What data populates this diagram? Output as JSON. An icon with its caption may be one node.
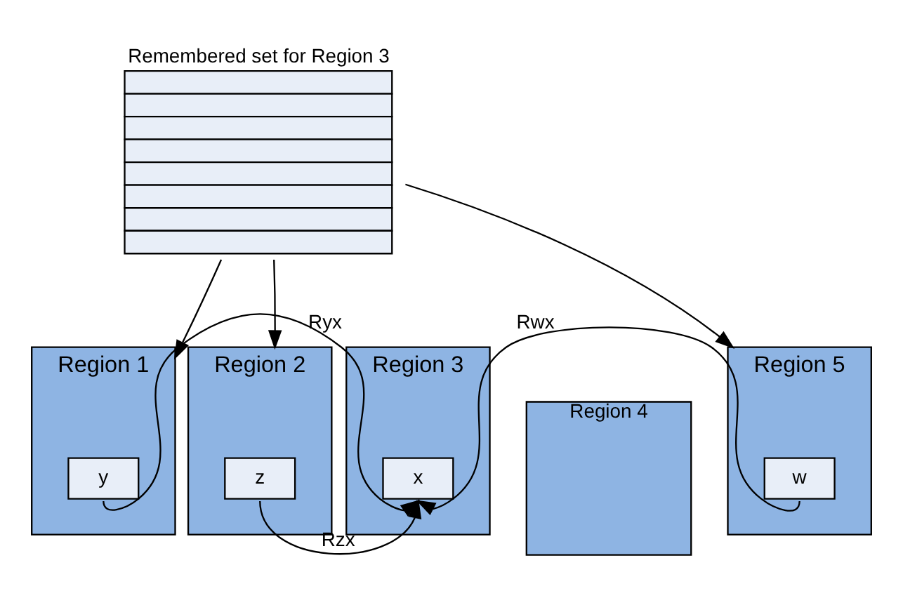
{
  "diagram": {
    "nodes": [
      {
        "text": [
          "Remembered set for Region 3"
        ]
      },
      {
        "text": [
          "Region 1"
        ]
      },
      {
        "text": [
          "Region 2"
        ]
      },
      {
        "text": [
          "Region 3"
        ]
      },
      {
        "text": [
          "Region 4"
        ]
      },
      {
        "text": [
          "Region 5"
        ]
      },
      {
        "text": [
          "y"
        ],
        "in": 1
      },
      {
        "text": [
          "z"
        ],
        "in": 2
      },
      {
        "text": [
          "x"
        ],
        "in": 3
      },
      {
        "text": [
          "w"
        ],
        "in": 5
      }
    ],
    "edges": [
      {
        "from": 0,
        "to": 1,
        "arrow": "to"
      },
      {
        "from": 0,
        "to": 2,
        "arrow": "to"
      },
      {
        "from": 0,
        "to": 5,
        "arrow": "to"
      },
      {
        "from": 7,
        "to": 8,
        "label": "Rzx",
        "arrow": "to"
      },
      {
        "from": 9,
        "to": 8,
        "label": "Rwx",
        "arrow": "to"
      },
      {
        "from": 6,
        "to": 8,
        "label": "Ryx",
        "arrow": "to"
      }
    ]
  }
}
